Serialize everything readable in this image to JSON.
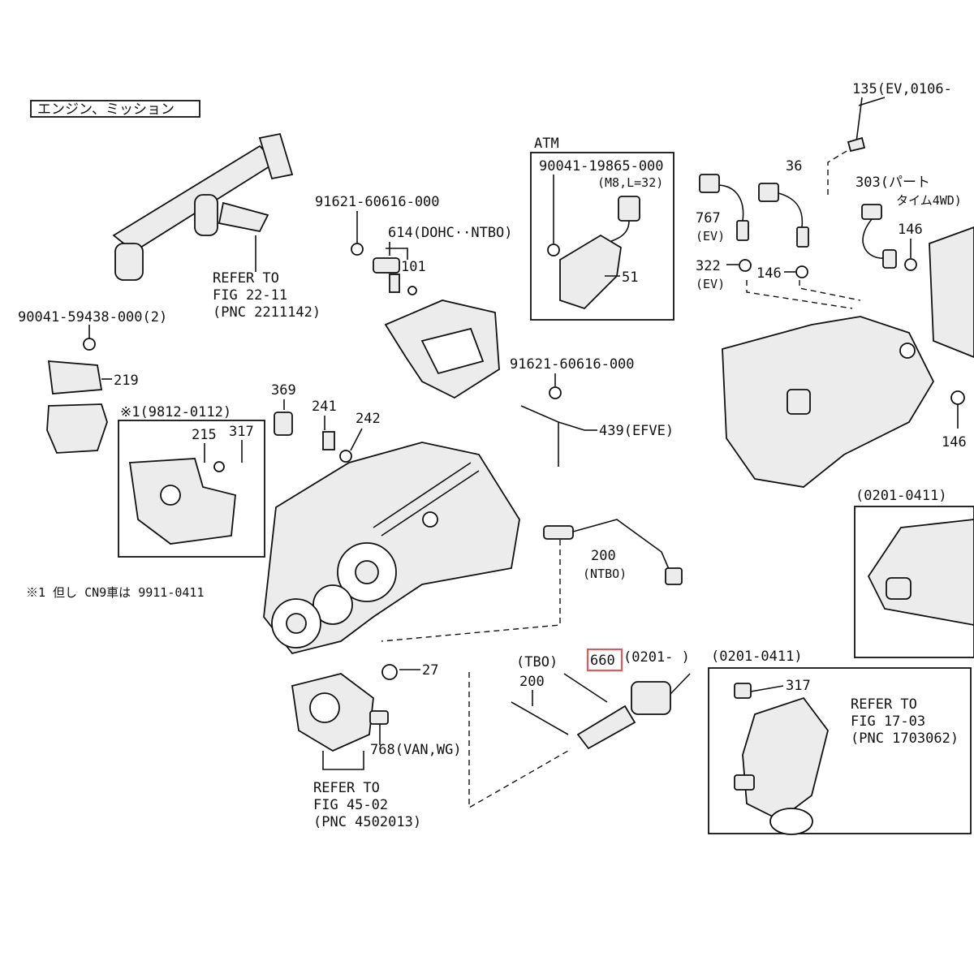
{
  "colors": {
    "ink": "#111111",
    "highlight": "#e05a5a",
    "background": "#ffffff"
  },
  "header": {
    "section_title": "エンジン、ミッション"
  },
  "labels": {
    "ref_22_11": [
      "REFER TO",
      "FIG 22-11",
      "(PNC 2211142)"
    ],
    "ref_17_03": [
      "REFER TO",
      "FIG 17-03",
      "(PNC 1703062)"
    ],
    "ref_45_02": [
      "REFER TO",
      "FIG 45-02",
      "(PNC 4502013)"
    ],
    "p_90041_59438": "90041-59438-000(2)",
    "p_219": "219",
    "note_box": "※1(9812-0112)",
    "p_215": "215",
    "p_317a": "317",
    "note_1": "※1 但し CN9車は 9911-0411",
    "p_91621_a": "91621-60616-000",
    "p_614": "614(DOHC··NTBO)",
    "p_101": "101",
    "atm_title": "ATM",
    "p_90041_19865": "90041-19865-000",
    "p_m8": "(M8,L=32)",
    "p_51": "51",
    "p_91621_b": "91621-60616-000",
    "p_439": "439(EFVE)",
    "p_369": "369",
    "p_241": "241",
    "p_242": "242",
    "p_200_ntbo": "200",
    "ntbo": "(NTBO)",
    "p_27": "27",
    "p_768": "768(VAN,WG)",
    "tbo": "(TBO)",
    "p_200_tbo": "200",
    "p_660": "660",
    "p_660_range": "(0201-    )",
    "range_right": "(0201-0411)",
    "p_317b": "317",
    "range_box": "(0201-0411)",
    "p_135": "135(EV,0106-",
    "p_36": "36",
    "p_303": "303(パート",
    "p_303b": "タイム4WD)",
    "p_767": "767",
    "ev_a": "(EV)",
    "p_146a": "146",
    "p_322": "322",
    "ev_b": "(EV)",
    "p_146b": "146",
    "p_146c": "146"
  }
}
